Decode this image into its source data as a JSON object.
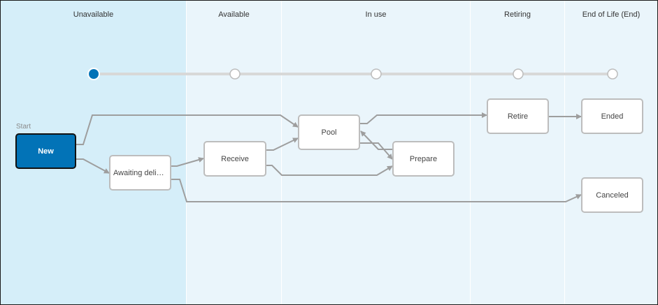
{
  "lanes": [
    {
      "id": "unavailable",
      "title": "Unavailable",
      "current": true
    },
    {
      "id": "available",
      "title": "Available",
      "current": false
    },
    {
      "id": "in_use",
      "title": "In use",
      "current": false
    },
    {
      "id": "retiring",
      "title": "Retiring",
      "current": false
    },
    {
      "id": "end_of_life",
      "title": "End of Life (End)",
      "current": false
    }
  ],
  "timeline": {
    "current_index": 0,
    "colors": {
      "active": "#0273b7",
      "inactive": "#ffffff",
      "track": "#d8d8d8"
    }
  },
  "start_label": "Start",
  "nodes": {
    "new": {
      "label": "New",
      "lane": "unavailable",
      "active": true
    },
    "awaiting_delivery": {
      "label": "Awaiting deliver...",
      "lane": "unavailable",
      "active": false
    },
    "receive": {
      "label": "Receive",
      "lane": "available",
      "active": false
    },
    "pool": {
      "label": "Pool",
      "lane": "in_use",
      "active": false
    },
    "prepare": {
      "label": "Prepare",
      "lane": "in_use",
      "active": false
    },
    "retire": {
      "label": "Retire",
      "lane": "retiring",
      "active": false
    },
    "ended": {
      "label": "Ended",
      "lane": "end_of_life",
      "active": false
    },
    "canceled": {
      "label": "Canceled",
      "lane": "end_of_life",
      "active": false
    }
  },
  "transitions": [
    {
      "from": "new",
      "to": "pool"
    },
    {
      "from": "new",
      "to": "awaiting_delivery"
    },
    {
      "from": "awaiting_delivery",
      "to": "receive"
    },
    {
      "from": "awaiting_delivery",
      "to": "canceled"
    },
    {
      "from": "receive",
      "to": "pool"
    },
    {
      "from": "receive",
      "to": "prepare"
    },
    {
      "from": "pool",
      "to": "retire"
    },
    {
      "from": "pool",
      "to": "prepare"
    },
    {
      "from": "prepare",
      "to": "pool"
    },
    {
      "from": "retire",
      "to": "ended"
    }
  ],
  "colors": {
    "edge": "#9e9e9e",
    "node_border": "#bdbdbd",
    "active_fill": "#0273b7",
    "current_lane": "#d5eef9",
    "lane_bg": "#eaf5fb"
  }
}
